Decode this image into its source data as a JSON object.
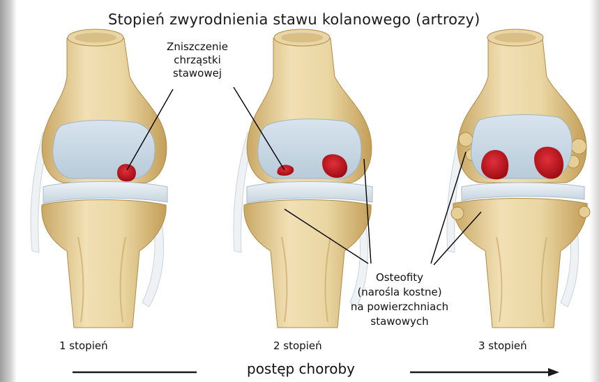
{
  "title": "Stopień zwyrodnienia stawu kolanowego (artrozy)",
  "callouts": {
    "cartilage": [
      "Zniszczenie",
      "chrząstki",
      "stawowej"
    ],
    "osteophytes": [
      "Osteofity",
      "(narośla kostne)",
      "na powierzchniach",
      "stawowych"
    ]
  },
  "stages": [
    "1 stopień",
    "2 stopień",
    "3 stopień"
  ],
  "progress": "postęp choroby",
  "colors": {
    "bone": "#e8d4a0",
    "bone_shadow": "#c9a865",
    "cartilage": "#c9d8e4",
    "meniscus": "#dfe7ee",
    "damage": "#c8171f",
    "text": "#111111"
  }
}
